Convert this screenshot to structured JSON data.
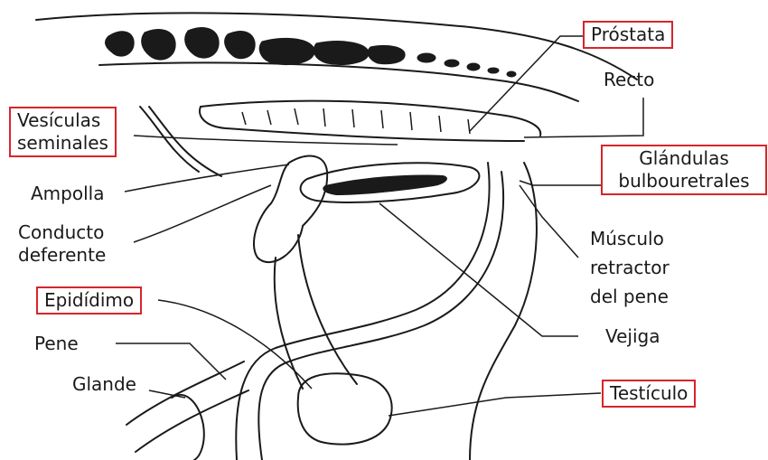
{
  "accent_color": "#d6252b",
  "labels": {
    "prostata": "Próstata",
    "recto": "Recto",
    "vesiculas_1": "Vesículas",
    "vesiculas_2": "seminales",
    "glandulas_1": "Glándulas",
    "glandulas_2": "bulbouretrales",
    "ampolla": "Ampolla",
    "conducto_1": "Conducto",
    "conducto_2": "deferente",
    "musculo_1": "Músculo",
    "musculo_2": "retractor",
    "musculo_3": "del pene",
    "epididimo": "Epidídimo",
    "pene": "Pene",
    "vejiga": "Vejiga",
    "glande": "Glande",
    "testiculo": "Testículo"
  }
}
